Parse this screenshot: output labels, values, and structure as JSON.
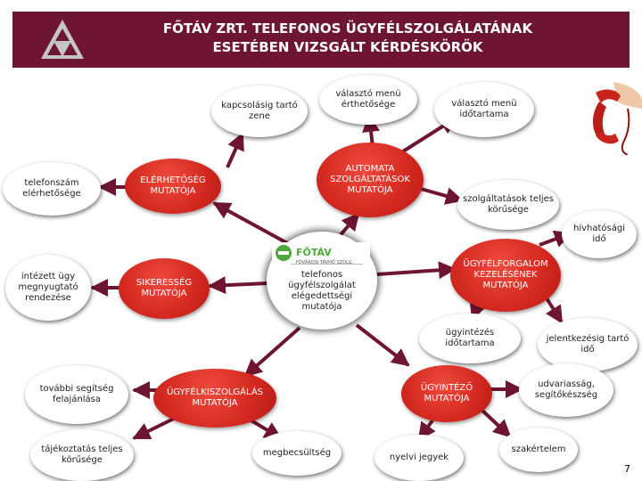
{
  "header": {
    "title_line1": "FŐTÁV ZRT. TELEFONOS ÜGYFÉLSZOLGÁLATÁNAK",
    "title_line2": "ESETÉBEN VIZSGÁLT KÉRDÉSKÖRÖK"
  },
  "colors": {
    "header": "#6e1532",
    "red_node": "#d52a21",
    "arrow": "#6e1532"
  },
  "center": {
    "label": "telefonos ügyfélszolgálat elégedettségi mutatója",
    "logo_word": "FŐTÁV",
    "logo_sub": "FŐVÁROSI TÁVHŐ SZOLG."
  },
  "nodes": {
    "kapcsolasig": "kapcsolásig tartó zene",
    "valaszto_ert": "választó menü érthetősége",
    "valaszto_ido": "választó menü időtartama",
    "telefonszam": "telefonszám elérhetősége",
    "elerhetoseg": "ELÉRHETŐSÉG MUTATÓJA",
    "automata": "AUTOMATA SZOLGÁLTATÁSOK MUTATÓJA",
    "szolgaltatasok": "szolgáltatások teljes körűsége",
    "hivhatosagi": "hívhatósági idő",
    "intezett": "intézett ügy megnyugtató rendezése",
    "sikeresseg": "SIKERESSÉG MUTATÓJA",
    "forgalom": "ÜGYFÉLFORGALOM KEZELÉSÉNEK MUTATÓJA",
    "ugyintezes": "ügyintézés időtartama",
    "jelentkezesig": "jelentkezésig tartó idő",
    "tovabbi": "további segítség felajánlása",
    "ugyfelszolg": "ÜGYFÉLKISZOLGÁLÁS MUTATÓJA",
    "ugyintezo": "ÜGYINTÉZŐ MUTATÓJA",
    "udvariassag": "udvariasság, segítőkészség",
    "tajekoztatas": "tájékoztatás teljes körűsége",
    "megbecsultseg": "megbecsültség",
    "nyelvi": "nyelvi jegyek",
    "szakertelem": "szakértelem"
  },
  "page_number": "7"
}
